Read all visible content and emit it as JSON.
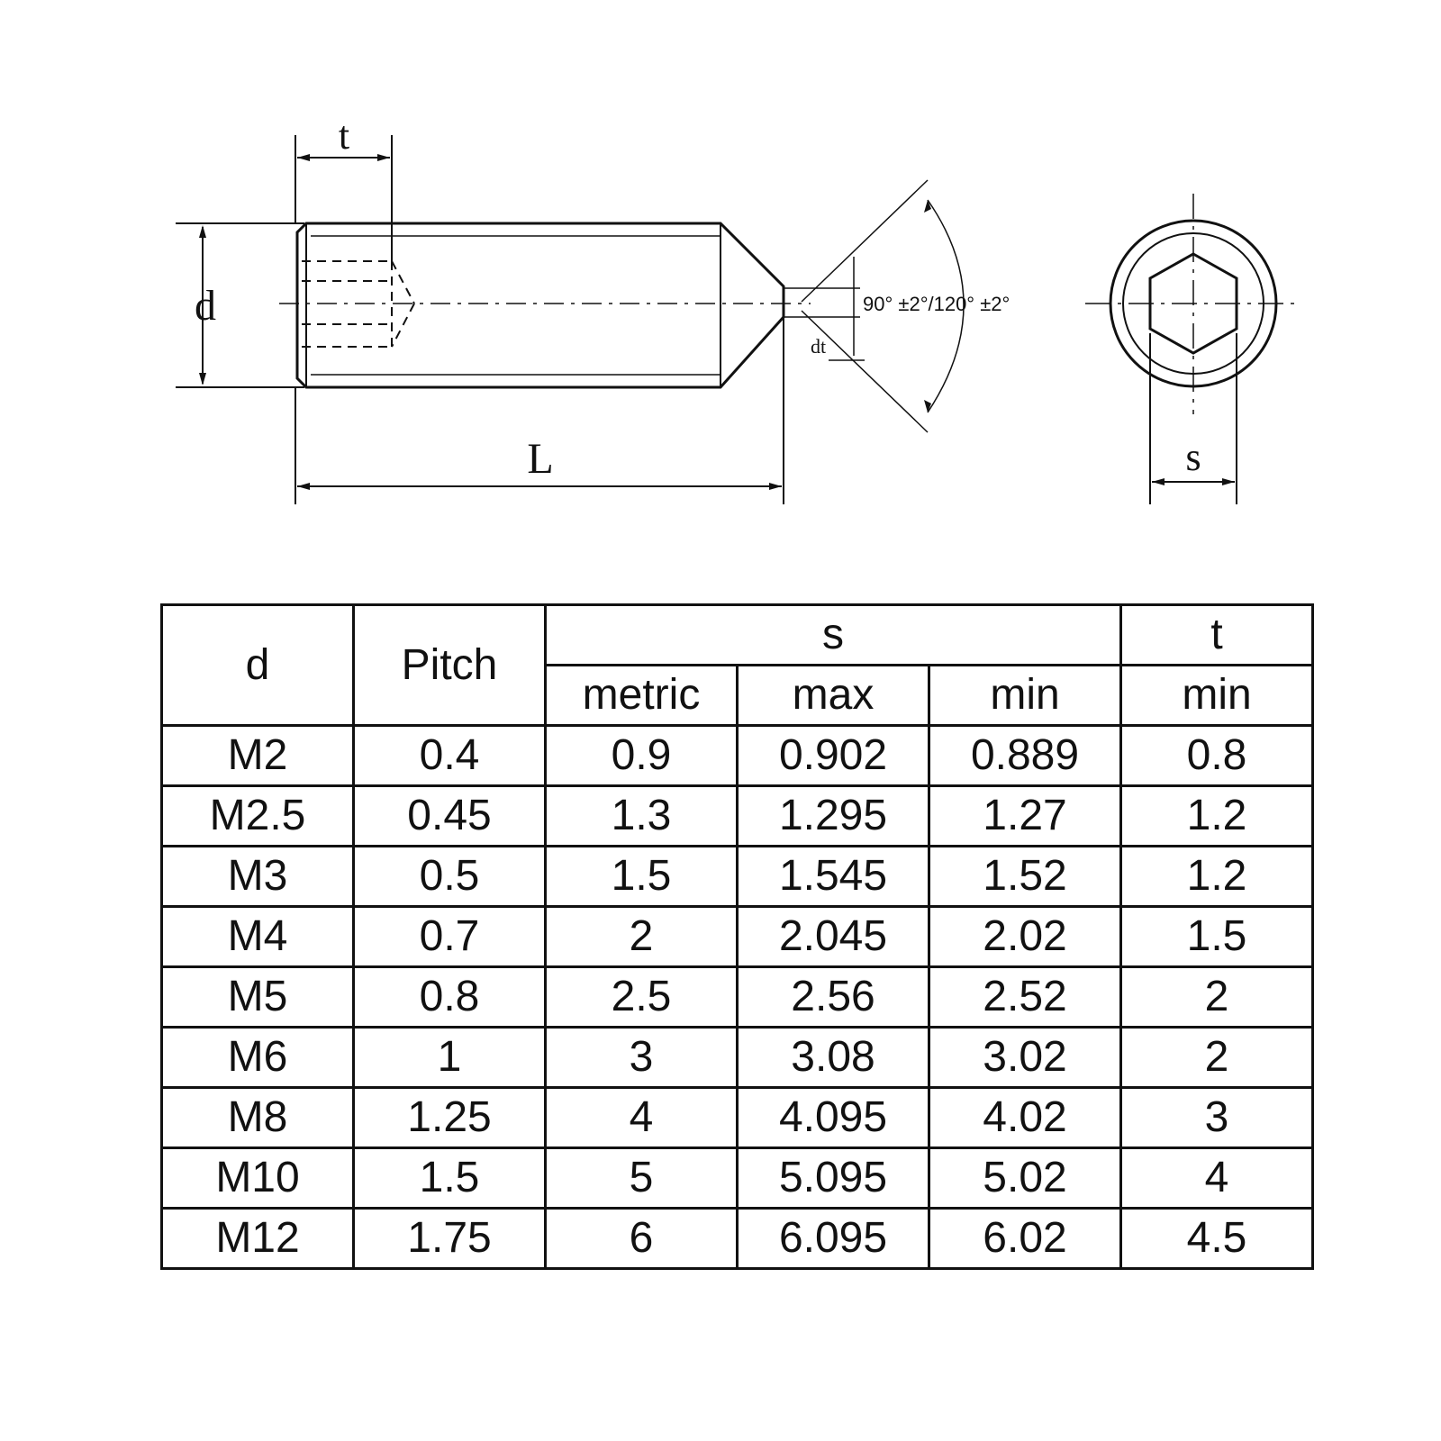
{
  "drawing": {
    "labels": {
      "t": "t",
      "d": "d",
      "L": "L",
      "dt": "dt",
      "s": "s",
      "angle": "90° ±2°/120° ±2°"
    }
  },
  "table": {
    "header": {
      "d": "d",
      "pitch": "Pitch",
      "s": "s",
      "t": "t",
      "metric": "metric",
      "max": "max",
      "min": "min",
      "t_min": "min"
    },
    "rows": [
      [
        "M2",
        "0.4",
        "0.9",
        "0.902",
        "0.889",
        "0.8"
      ],
      [
        "M2.5",
        "0.45",
        "1.3",
        "1.295",
        "1.27",
        "1.2"
      ],
      [
        "M3",
        "0.5",
        "1.5",
        "1.545",
        "1.52",
        "1.2"
      ],
      [
        "M4",
        "0.7",
        "2",
        "2.045",
        "2.02",
        "1.5"
      ],
      [
        "M5",
        "0.8",
        "2.5",
        "2.56",
        "2.52",
        "2"
      ],
      [
        "M6",
        "1",
        "3",
        "3.08",
        "3.02",
        "2"
      ],
      [
        "M8",
        "1.25",
        "4",
        "4.095",
        "4.02",
        "3"
      ],
      [
        "M10",
        "1.5",
        "5",
        "5.095",
        "5.02",
        "4"
      ],
      [
        "M12",
        "1.75",
        "6",
        "6.095",
        "6.02",
        "4.5"
      ]
    ]
  }
}
